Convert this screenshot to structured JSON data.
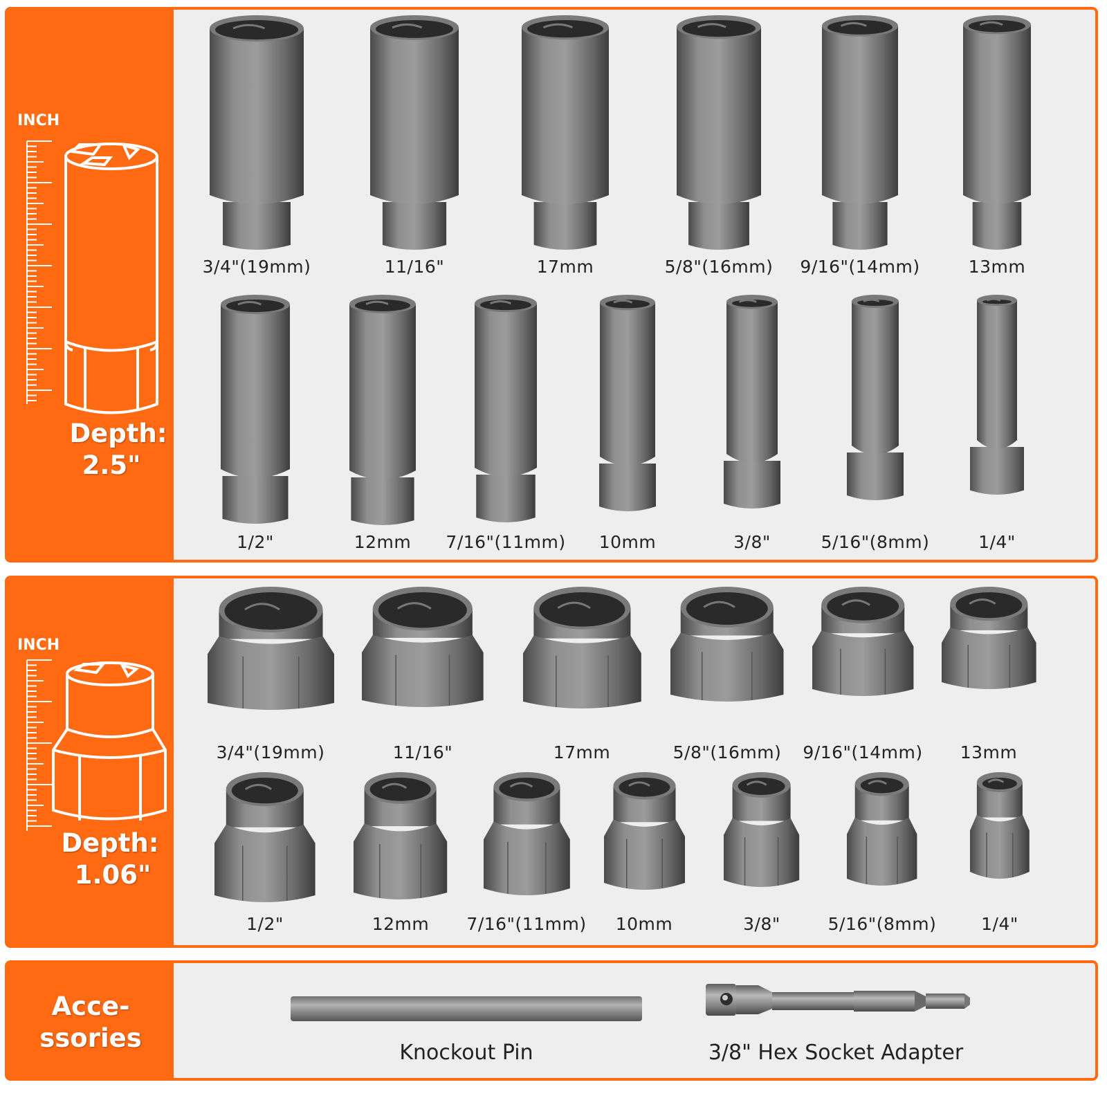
{
  "long_set": {
    "unit_label": "INCH",
    "depth_label": "Depth:",
    "depth_value": "2.5\"",
    "row1": [
      "3/4\"(19mm)",
      "11/16\"",
      "17mm",
      "5/8\"(16mm)",
      "9/16\"(14mm)",
      "13mm"
    ],
    "row2": [
      "1/2\"",
      "12mm",
      "7/16\"(11mm)",
      "10mm",
      "3/8\"",
      "5/16\"(8mm)",
      "1/4\""
    ]
  },
  "short_set": {
    "unit_label": "INCH",
    "depth_label": "Depth:",
    "depth_value": "1.06\"",
    "row1": [
      "3/4\"(19mm)",
      "11/16\"",
      "17mm",
      "5/8\"(16mm)",
      "9/16\"(14mm)",
      "13mm"
    ],
    "row2": [
      "1/2\"",
      "12mm",
      "7/16\"(11mm)",
      "10mm",
      "3/8\"",
      "5/16\"(8mm)",
      "1/4\""
    ]
  },
  "accessories": {
    "title_line1": "Acce-",
    "title_line2": "ssories",
    "knockout_pin": "Knockout Pin",
    "hex_adapter": "3/8\" Hex Socket Adapter"
  },
  "colors": {
    "accent": "#ff6a13",
    "panel_bg": "#eeeeee",
    "steel": "#8a8a8a"
  }
}
